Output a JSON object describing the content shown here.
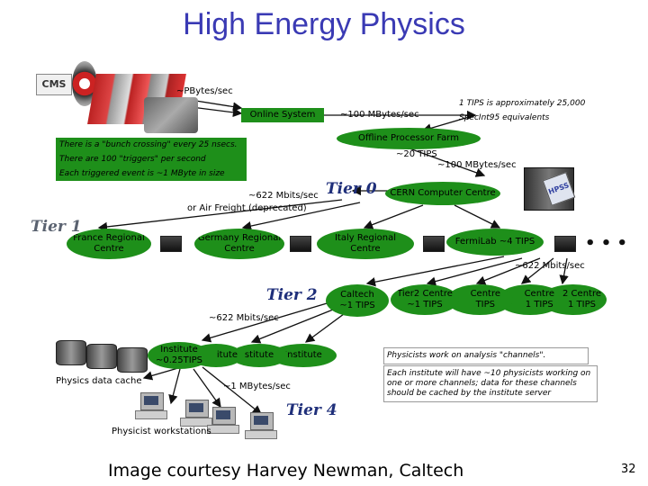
{
  "title": "High Energy Physics",
  "detector": {
    "logo": "CMS"
  },
  "labels": {
    "pbytes": "~PBytes/sec",
    "online_system": "Online System",
    "mbytes100_a": "~100 MBytes/sec",
    "tips_note_1": "1 TIPS is approximately 25,000",
    "tips_note_2": "SpecInt95 equivalents",
    "offline_farm": "Offline Processor Farm",
    "tips20": "~20 TIPS",
    "mbytes100_b": "~100 MBytes/sec",
    "bunch": "There is a \"bunch crossing\" every 25 nsecs.",
    "triggers": "There are 100 \"triggers\" per second",
    "event_size": "Each triggered event is ~1 MByte in size",
    "mbits622_a": "~622 Mbits/sec",
    "air_freight": "or Air Freight (deprecated)",
    "tier0": "Tier 0",
    "cern": "CERN Computer Centre",
    "tier1": "Tier 1",
    "france": "France Regional\nCentre",
    "germany": "Germany Regional\nCentre",
    "italy": "Italy Regional\nCentre",
    "fermilab": "FermiLab ~4 TIPS",
    "mbits622_b": "~622 Mbits/sec",
    "tier2": "Tier 2",
    "caltech": "Caltech\n~1 TIPS",
    "tier2_centre": "Tier2 Centre\n~1 TIPS",
    "centre_b": "Centre\nTIPS",
    "centre_c": "Centre\n1 TIPS",
    "centre_d": "2 Centre\n1 TIPS",
    "mbits622_c": "~622 Mbits/sec",
    "institute_main": "Institute\n~0.25TIPS",
    "institute_b": "itute",
    "institute_c": "stitute",
    "institute_d": "Institute",
    "data_cache": "Physics data cache",
    "mbytes1": "~1 MBytes/sec",
    "tier4": "Tier 4",
    "workstations": "Physicist workstations",
    "channels_note": "Physicists work on analysis \"channels\".",
    "institute_note": "Each institute will have ~10 physicists working on one or more channels; data for these channels should be cached by the institute server",
    "ellipsis": "• • •",
    "hpss": "HPSS"
  },
  "credit": "Image courtesy Harvey Newman, Caltech",
  "page_number": "32",
  "colors": {
    "title": "#3a3ab4",
    "box_green": "#1e8f1a",
    "tier_blue": "#1f2f7a",
    "arrow": "#111111"
  }
}
